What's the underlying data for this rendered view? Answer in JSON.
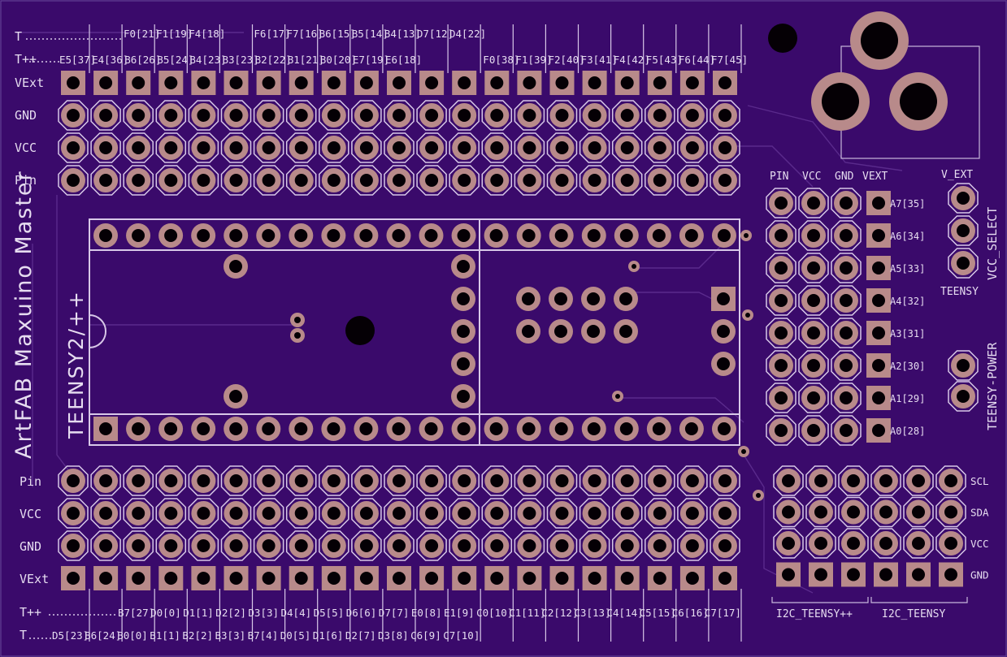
{
  "board": {
    "title": "ArtFAB Maxuino Master",
    "teensy_label": "TEENSY2/++",
    "colors": {
      "board": "#3a0a6b",
      "pad": "#b88a8a",
      "silk": "#d8c8e8",
      "hole": "#050005"
    }
  },
  "top_header": {
    "row_labels": [
      "VExt",
      "GND",
      "VCC",
      "Pin"
    ],
    "t_label": "T",
    "tpp_label": "T++",
    "t_pins": [
      "F0[21]",
      "F1[19]",
      "F4[18]",
      "",
      "F6[17]",
      "F7[16]",
      "B6[15]",
      "B5[14]",
      "B4[13]",
      "D7[12]",
      "D4[22]"
    ],
    "tpp_pins": [
      "E5[37]",
      "E4[36]",
      "B6[26]",
      "B5[24]",
      "B4[23]",
      "B3[23]",
      "B2[22]",
      "B1[21]",
      "B0[20]",
      "E7[19]",
      "E6[18]",
      "",
      "",
      "F0[38]",
      "F1[39]",
      "F2[40]",
      "F3[41]",
      "F4[42]",
      "F5[43]",
      "F6[44]",
      "F7[45]"
    ]
  },
  "bottom_header": {
    "row_labels": [
      "Pin",
      "VCC",
      "GND",
      "VExt"
    ],
    "t_label": "T",
    "tpp_label": "T++",
    "t_pins": [
      "D5[23]",
      "B6[24]",
      "B0[0]",
      "B1[1]",
      "B2[2]",
      "B3[3]",
      "B7[4]",
      "D0[5]",
      "D1[6]",
      "D2[7]",
      "D3[8]",
      "C6[9]",
      "C7[10]"
    ],
    "tpp_pins": [
      "B7[27]",
      "D0[0]",
      "D1[1]",
      "D2[2]",
      "D3[3]",
      "D4[4]",
      "D5[5]",
      "D6[6]",
      "D7[7]",
      "E0[8]",
      "E1[9]",
      "C0[10]",
      "C1[11]",
      "C2[12]",
      "C3[13]",
      "C4[14]",
      "C5[15]",
      "C6[16]",
      "C7[17]"
    ]
  },
  "analog_header": {
    "col_labels": [
      "PIN",
      "VCC",
      "GND",
      "VEXT"
    ],
    "pins": [
      "A7[35]",
      "A6[34]",
      "A5[33]",
      "A4[32]",
      "A3[31]",
      "A2[30]",
      "A1[29]",
      "A0[28]"
    ]
  },
  "vcc_select": {
    "label": "VCC_SELECT",
    "top": "V_EXT",
    "bottom": "TEENSY"
  },
  "teensy_power": {
    "label": "TEENSY-POWER"
  },
  "i2c": {
    "row_labels": [
      "SCL",
      "SDA",
      "VCC",
      "GND"
    ],
    "group_left": "I2C_TEENSY++",
    "group_right": "I2C_TEENSY"
  }
}
